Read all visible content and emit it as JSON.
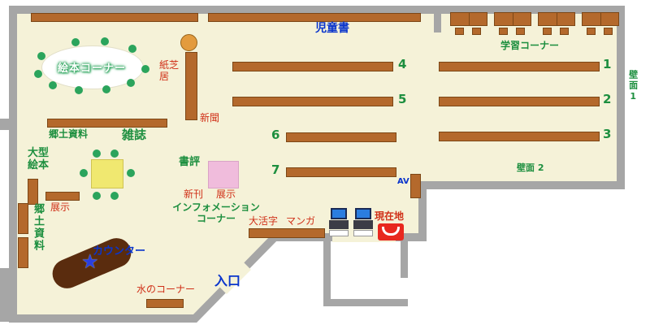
{
  "colors": {
    "floor": "#f5f2d8",
    "wall": "#a6a6a6",
    "shelf": "#b4692c",
    "shelf_border": "#7c4716",
    "counter": "#5a2c0e",
    "green": "#1d8f3f",
    "red": "#d03018",
    "blue": "#0a35cc",
    "table_yellow": "#f0e870",
    "exhibit_pink": "#f0bcdc",
    "seat_green": "#2ba45c",
    "stool_orange": "#e39b3e",
    "screen_blue": "#2b7de0",
    "marker_red": "#e8281e",
    "star_blue": "#2b3fe0"
  },
  "labels": {
    "children_books": "児童書",
    "study_corner": "学習コーナー",
    "picture_book_corner": "絵本コーナー",
    "kamishibai": "紙芝居",
    "newspaper": "新聞",
    "local_materials": "郷土資料",
    "magazines": "雑誌",
    "large_picture_books": "大型絵本",
    "exhibit_a": "展示",
    "local_materials_2": "郷土資料",
    "book_review": "書評",
    "new_arrivals": "新刊",
    "exhibit_b": "展示",
    "information_corner": "インフォメーション\nコーナー",
    "large_print": "大活字",
    "manga": "マンガ",
    "current_location": "現在地",
    "av": "AV",
    "wall_1": "壁面1",
    "wall_2": "壁面 2",
    "counter": "カウンター",
    "water_corner": "水のコーナー",
    "entrance": "入口"
  },
  "shelves": {
    "numbers": [
      "1",
      "2",
      "3",
      "4",
      "5",
      "6",
      "7"
    ]
  },
  "icons": {
    "counter_star": "★"
  }
}
